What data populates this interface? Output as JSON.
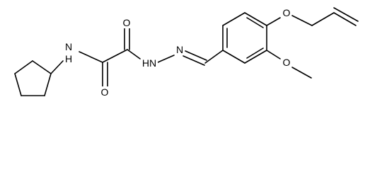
{
  "molecule": {
    "atom_labels": {
      "nh_amide": "N",
      "h_amide": "H",
      "o_upper": "O",
      "o_lower": "O",
      "hn_hydrazide": "HN",
      "n_imine": "N",
      "o_ether_allyl": "O",
      "o_ether_methoxy": "O"
    }
  }
}
